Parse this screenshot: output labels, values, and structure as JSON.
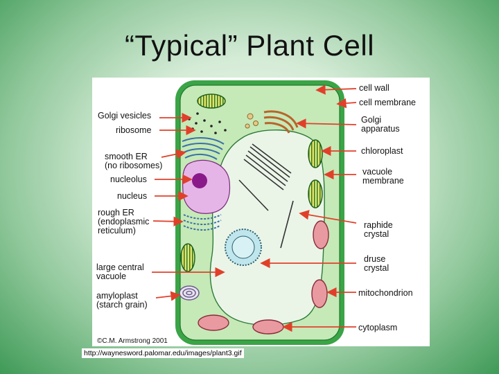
{
  "title": "“Typical” Plant Cell",
  "labels_left": [
    {
      "id": "golgi-vesicles",
      "text": "Golgi vesicles"
    },
    {
      "id": "ribosome",
      "text": "ribosome"
    },
    {
      "id": "smooth-er",
      "text": "smooth ER\n(no ribosomes)"
    },
    {
      "id": "nucleolus",
      "text": "nucleolus"
    },
    {
      "id": "nucleus",
      "text": "nucleus"
    },
    {
      "id": "rough-er",
      "text": "rough ER\n(endoplasmic\nreticulum)"
    },
    {
      "id": "large-central-vacuole",
      "text": "large central\nvacuole"
    },
    {
      "id": "amyloplast",
      "text": "amyloplast\n(starch grain)"
    }
  ],
  "labels_right": [
    {
      "id": "cell-wall",
      "text": "cell wall"
    },
    {
      "id": "cell-membrane",
      "text": "cell membrane"
    },
    {
      "id": "golgi-apparatus",
      "text": "Golgi\napparatus"
    },
    {
      "id": "chloroplast",
      "text": "chloroplast"
    },
    {
      "id": "vacuole-membrane",
      "text": "vacuole\nmembrane"
    },
    {
      "id": "raphide-crystal",
      "text": "raphide\ncrystal"
    },
    {
      "id": "druse-crystal",
      "text": "druse\ncrystal"
    },
    {
      "id": "mitochondrion",
      "text": "mitochondrion"
    },
    {
      "id": "cytoplasm",
      "text": "cytoplasm"
    }
  ],
  "copyright": "©C.M. Armstrong 2001",
  "source_url": "http://waynesword.palomar.edu/images/plant3.gif",
  "colors": {
    "cell_wall": "#2f9a3a",
    "cytoplasm": "#c6e9b8",
    "vacuole": "#e8f4e6",
    "nucleus": "#e6b5e8",
    "nucleolus": "#8a1a8a",
    "arrow": "#e0402a"
  }
}
